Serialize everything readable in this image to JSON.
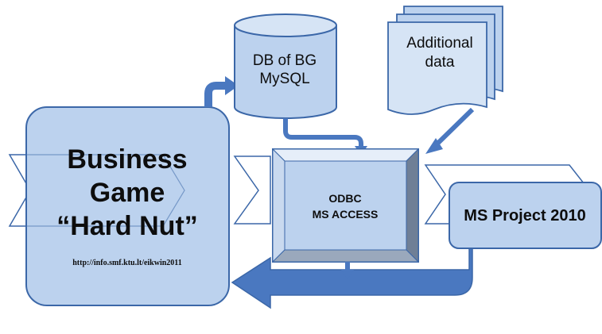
{
  "colors": {
    "fill": "#bcd2ee",
    "fill_light": "#d6e4f5",
    "stroke": "#3b67a8",
    "arrow": "#4a78c0",
    "text": "#0d0d0d",
    "bevel_top": "#e6eef9",
    "bevel_left": "#c9d9ef",
    "bevel_right": "#6f7f96",
    "bevel_bottom": "#9aa8bc"
  },
  "business_game": {
    "line1": "Business",
    "line2": "Game",
    "line3": "“Hard Nut”",
    "url": "http://info.smf.ktu.lt/eikwin2011"
  },
  "database": {
    "line1": "DB of BG",
    "line2": "MySQL"
  },
  "additional_data": {
    "line1": "Additional",
    "line2": "data"
  },
  "odbc_box": {
    "line1": "ODBC",
    "line2": "MS ACCESS"
  },
  "ms_project": {
    "label": "MS Project 2010"
  }
}
